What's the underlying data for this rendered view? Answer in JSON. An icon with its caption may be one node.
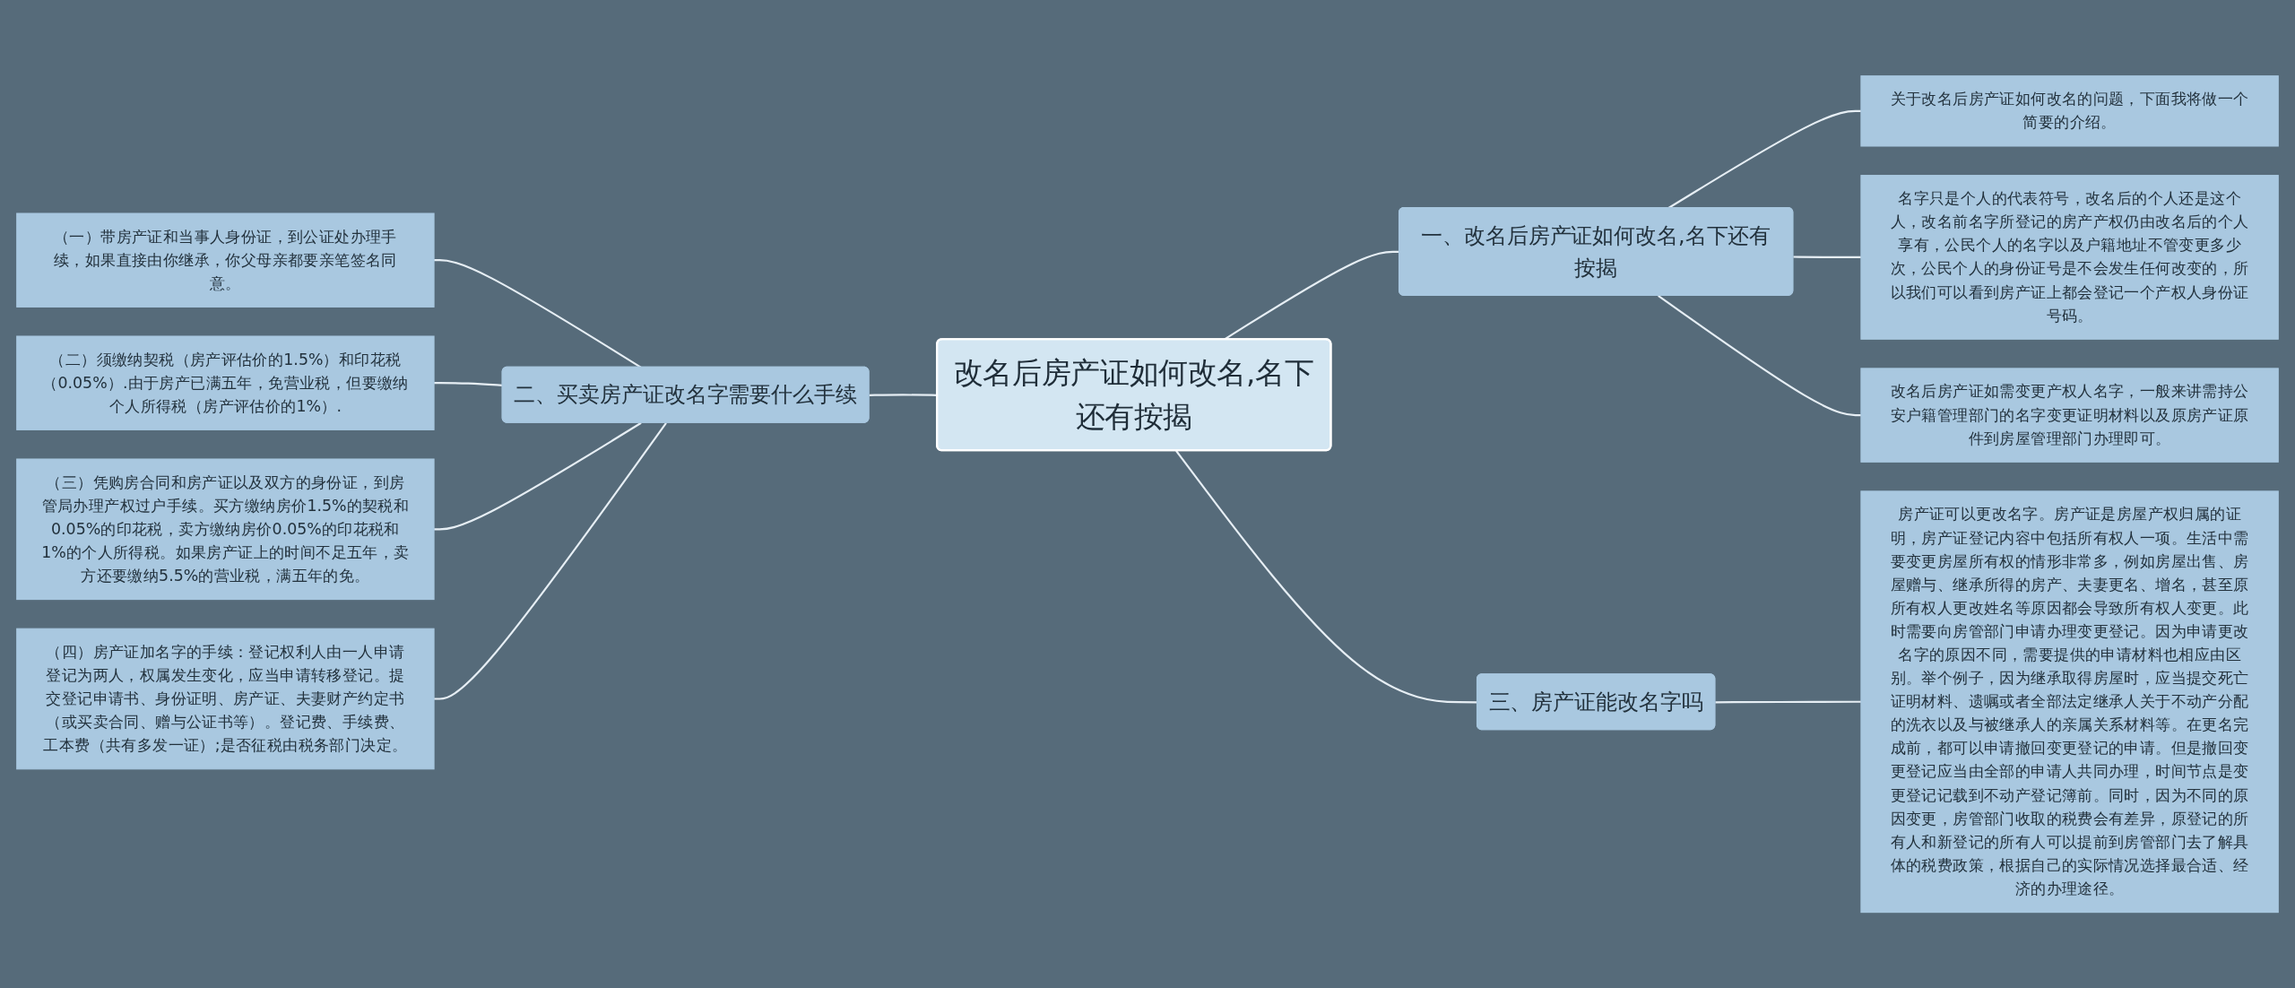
{
  "diagram": {
    "nodes": [
      {
        "text": [
          "改名后房产证如何改名,名下还有按揭"
        ]
      },
      {
        "text": [
          "一、改名后房产证如何改名,名下还有按揭"
        ]
      },
      {
        "text": [
          "关于改名后房产证如何改名的问题，下面我将做一个简要的介绍。"
        ]
      },
      {
        "text": [
          "名字只是个人的代表符号，改名后的个人还是这个人，改名前名字所登记的房产产权仍由改名后的个人享有，公民个人的名字以及户籍地址不管变更多少次，公民个人的身份证号是不会发生任何改变的，所以我们可以看到房产证上都会登记一个产权人身份证号码。"
        ]
      },
      {
        "text": [
          "改名后房产证如需变更产权人名字，一般来讲需持公安户籍管理部门的名字变更证明材料以及原房产证原件到房屋管理部门办理即可。"
        ]
      },
      {
        "text": [
          "二、买卖房产证改名字需要什么手续"
        ]
      },
      {
        "text": [
          "（一）带房产证和当事人身份证，到公证处办理手续，如果直接由你继承，你父母亲都要亲笔签名同意。"
        ]
      },
      {
        "text": [
          "（二）须缴纳契税（房产评估价的1.5%）和印花税（0.05%）.由于房产已满五年，免营业税，但要缴纳个人所得税（房产评估价的1%）."
        ]
      },
      {
        "text": [
          "（三）凭购房合同和房产证以及双方的身份证，到房管局办理产权过户手续。买方缴纳房价1.5%的契税和0.05%的印花税，卖方缴纳房价0.05%的印花税和1%的个人所得税。如果房产证上的时间不足五年，卖方还要缴纳5.5%的营业税，满五年的免。"
        ]
      },
      {
        "text": [
          "（四）房产证加名字的手续：登记权利人由一人申请登记为两人，权属发生变化，应当申请转移登记。提交登记申请书、身份证明、房产证、夫妻财产约定书（或买卖合同、赠与公证书等）。登记费、手续费、工本费（共有多发一证）;是否征税由税务部门决定。"
        ]
      },
      {
        "text": [
          "三、房产证能改名字吗"
        ]
      },
      {
        "text": [
          "房产证可以更改名字。房产证是房屋产权归属的证明，房产证登记内容中包括所有权人一项。生活中需要变更房屋所有权的情形非常多，例如房屋出售、房屋赠与、继承所得的房产、夫妻更名、增名，甚至原所有权人更改姓名等原因都会导致所有权人变更。此时需要向房管部门申请办理变更登记。因为申请更改名字的原因不同，需要提供的申请材料也相应由区别。举个例子，因为继承取得房屋时，应当提交死亡证明材料、遗嘱或者全部法定继承人关于不动产分配的洗衣以及与被继承人的亲属关系材料等。在更名完成前，都可以申请撤回变更登记的申请。但是撤回变更登记应当由全部的申请人共同办理，时间节点是变更登记记载到不动产登记簿前。同时，因为不同的原因变更，房管部门收取的税费会有差异，原登记的所有人和新登记的所有人可以提前到房管部门去了解具体的税费政策，根据自己的实际情况选择最合适、经济的办理途径。"
        ]
      }
    ],
    "edges": [
      {
        "from": 0,
        "to": 1,
        "arrow": "none"
      },
      {
        "from": 1,
        "to": 2,
        "arrow": "none"
      },
      {
        "from": 1,
        "to": 3,
        "arrow": "none"
      },
      {
        "from": 1,
        "to": 4,
        "arrow": "none"
      },
      {
        "from": 5,
        "to": 0,
        "arrow": "none"
      },
      {
        "from": 6,
        "to": 5,
        "arrow": "none"
      },
      {
        "from": 7,
        "to": 5,
        "arrow": "none"
      },
      {
        "from": 8,
        "to": 5,
        "arrow": "none"
      },
      {
        "from": 9,
        "to": 5,
        "arrow": "none"
      },
      {
        "from": 0,
        "to": 10,
        "arrow": "none"
      },
      {
        "from": 10,
        "to": 11,
        "arrow": "none"
      }
    ]
  }
}
